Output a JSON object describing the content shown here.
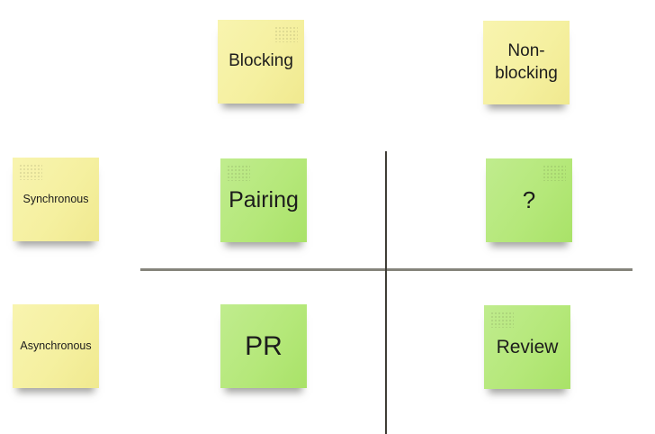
{
  "board": {
    "kind": "whiteboard-sticky-note-matrix",
    "background": "#ffffff"
  },
  "colors": {
    "yellow_note": "#f5f0a0",
    "green_note": "#b5e87a",
    "note_text": "#1c1c1c",
    "horizontal_axis_line": "#85847b",
    "vertical_axis_line": "#3f3d36"
  },
  "axes": {
    "horizontal_line": "quadrant divider (horizontal)",
    "vertical_line": "quadrant divider (vertical)"
  },
  "notes": [
    {
      "label": "Blocking",
      "color": "yellow",
      "role": "column-header-left"
    },
    {
      "label": "Non-blocking",
      "color": "yellow",
      "role": "column-header-right"
    },
    {
      "label": "Synchronous",
      "color": "yellow",
      "role": "row-header-top"
    },
    {
      "label": "Pairing",
      "color": "green",
      "role": "quadrant-top-left"
    },
    {
      "label": "?",
      "color": "green",
      "role": "quadrant-top-right"
    },
    {
      "label": "Asynchronous",
      "color": "yellow",
      "role": "row-header-bottom"
    },
    {
      "label": "PR",
      "color": "green",
      "role": "quadrant-bottom-left"
    },
    {
      "label": "Review",
      "color": "green",
      "role": "quadrant-bottom-right"
    }
  ]
}
